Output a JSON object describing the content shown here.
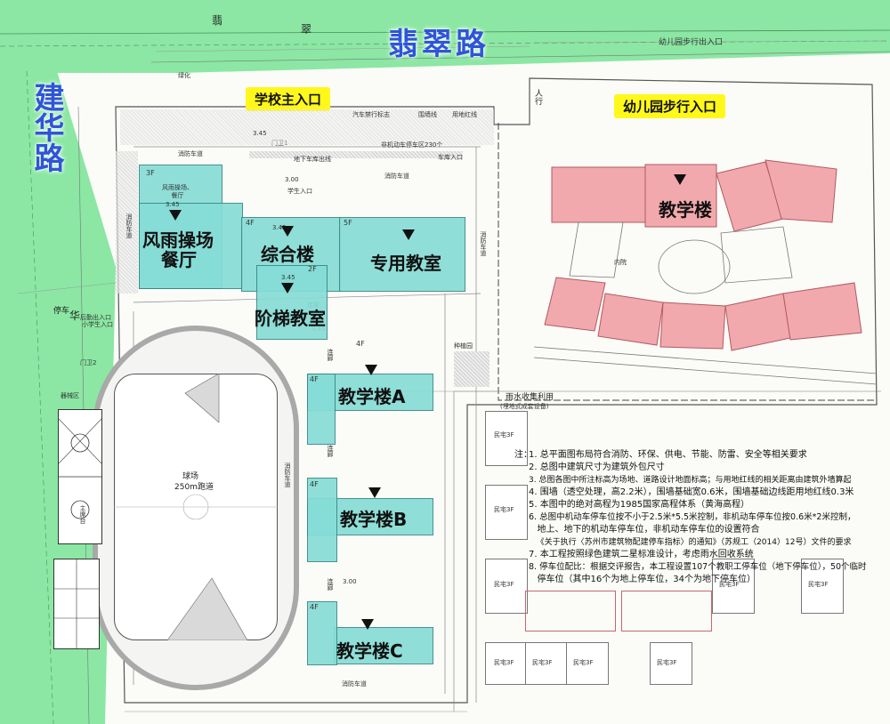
{
  "roads": {
    "north": "翡翠路",
    "west": "建华路",
    "north_plan_label": "翡",
    "north_plan_label2": "翠",
    "west_plan_label": "华"
  },
  "entrances": {
    "school_main": "学校主入口",
    "kindergarten": "幼儿园步行入口",
    "kindergarten_car": "幼儿园步行出入口",
    "school_gate_small": "学生入口",
    "side_gate": "后勤出入口",
    "primary_entrance": "小学生入口",
    "gate2": "门卫2",
    "gate1": "门卫1"
  },
  "buildings": {
    "canteen": {
      "label": "风雨操场\n餐厅",
      "line1": "风雨操场",
      "line2": "餐厅",
      "floors": "3F",
      "sub": "风雨操场、\n餐厅"
    },
    "complex": {
      "label": "综合楼",
      "floors": "4F"
    },
    "special": {
      "label": "专用教室",
      "floors": "5F"
    },
    "lecture": {
      "label": "阶梯教室",
      "floors": "2F"
    },
    "teachA": {
      "label": "教学楼A",
      "floors": "4F"
    },
    "teachB": {
      "label": "教学楼B",
      "floors": "4F"
    },
    "teachC": {
      "label": "教学楼C",
      "floors": "4F"
    },
    "kinder": {
      "label": "教学楼"
    }
  },
  "site": {
    "track": "球场",
    "track_sub": "250m跑道",
    "elev": "3.45",
    "elev2": "3.00",
    "inner_court": "内院",
    "fire_lane": "消防车道",
    "parking": "非机动车停车区230个",
    "corridor": "连廊",
    "planting": "种植园",
    "green": "绿化",
    "rain": "雨水收集利用",
    "rain_sub": "(埋地式成套设备)",
    "residence": "民宅3F",
    "sports": "器械区",
    "stand": "主席台",
    "car_road": "汽车禁行标志",
    "fence": "围墙线",
    "setback": "用地红线",
    "underground": "地下车库出线",
    "bike": "车库入口",
    "right_tag": "人行",
    "stop": "停车"
  },
  "notes": {
    "title": "注：",
    "lines": [
      "1. 总平面图布局符合消防、环保、供电、节能、防雷、安全等相关要求",
      "2. 总图中建筑尺寸为建筑外包尺寸",
      "3. 总图各图中所注标高为场地、道路设计地面标高；与用地红线的相关距离由建筑外墙算起",
      "4. 围墙（透空处理，高2.2米），围墙基础宽0.6米，围墙基础边线距用地红线0.3米",
      "5. 本图中的绝对高程为1985国家高程体系（黄海高程）",
      "6. 总图中机动车停车位按不小于2.5米*5.5米控制，非机动车停车位按0.6米*2米控制，",
      "   地上、地下的机动车停车位，非机动车停车位的设置符合",
      "   《关于执行〈苏州市建筑物配建停车指标〉的通知》（苏规工（2014）12号）文件的要求",
      "7. 本工程按照绿色建筑二星标准设计，考虑雨水回收系统",
      "8. 停车位配比：根据交评报告，本工程设置107个教职工停车位（地下停车位），50个临时",
      "   停车位（其中16个为地上停车位，34个为地下停车位）"
    ]
  },
  "colors": {
    "road": "#8be7a3",
    "road_text": "#2e55d8",
    "school_building": "#86dcd6",
    "kinder_building": "#f2a9ad",
    "highlight": "#fff81a"
  }
}
